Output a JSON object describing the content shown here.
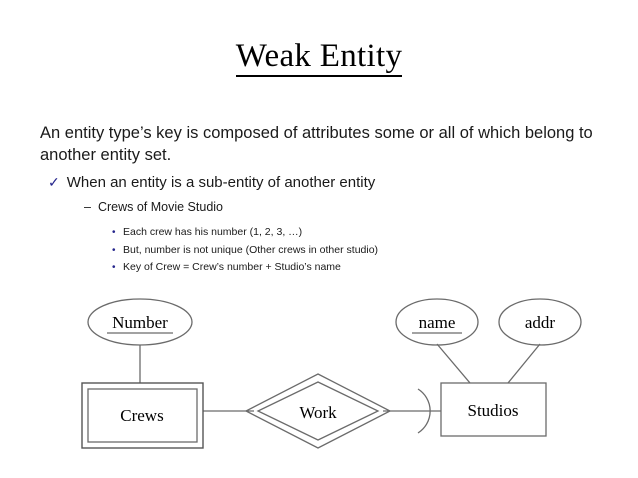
{
  "slide": {
    "title": "Weak Entity",
    "lead_paragraph": "An entity type’s key is composed of attributes some or all of which belong to another entity set.",
    "bullet_level1": {
      "marker": "check-mark",
      "marker_glyph": "✓",
      "marker_color": "#26268c",
      "text": "When an entity is a sub-entity of another entity"
    },
    "bullet_level2": {
      "marker": "en-dash",
      "marker_glyph": "–",
      "text": "Crews of Movie Studio"
    },
    "bullet_level3": {
      "marker": "bullet-dot",
      "marker_glyph": "•",
      "marker_color": "#26268c",
      "items": [
        "Each crew has his number (1, 2, 3, …)",
        "But, number is not unique (Other crews in other studio)",
        "Key of Crew = Crew’s number + Studio’s name"
      ]
    }
  },
  "diagram": {
    "type": "er-diagram",
    "stroke_color": "#6b6b6b",
    "nodes": {
      "number_attribute": {
        "label": "Number",
        "shape": "ellipse",
        "underlined": true
      },
      "name_attribute": {
        "label": "name",
        "shape": "ellipse",
        "underlined": true
      },
      "addr_attribute": {
        "label": "addr",
        "shape": "ellipse",
        "underlined": false
      },
      "crews_entity": {
        "label": "Crews",
        "shape": "double-rectangle"
      },
      "work_relationship": {
        "label": "Work",
        "shape": "double-diamond"
      },
      "studios_entity": {
        "label": "Studios",
        "shape": "rectangle"
      }
    },
    "edges": [
      {
        "from": "number_attribute",
        "to": "crews_entity",
        "style": "plain"
      },
      {
        "from": "crews_entity",
        "to": "work_relationship",
        "style": "plain"
      },
      {
        "from": "work_relationship",
        "to": "studios_entity",
        "style": "rounded-arrow"
      },
      {
        "from": "name_attribute",
        "to": "studios_entity",
        "style": "plain"
      },
      {
        "from": "addr_attribute",
        "to": "studios_entity",
        "style": "plain"
      }
    ]
  }
}
